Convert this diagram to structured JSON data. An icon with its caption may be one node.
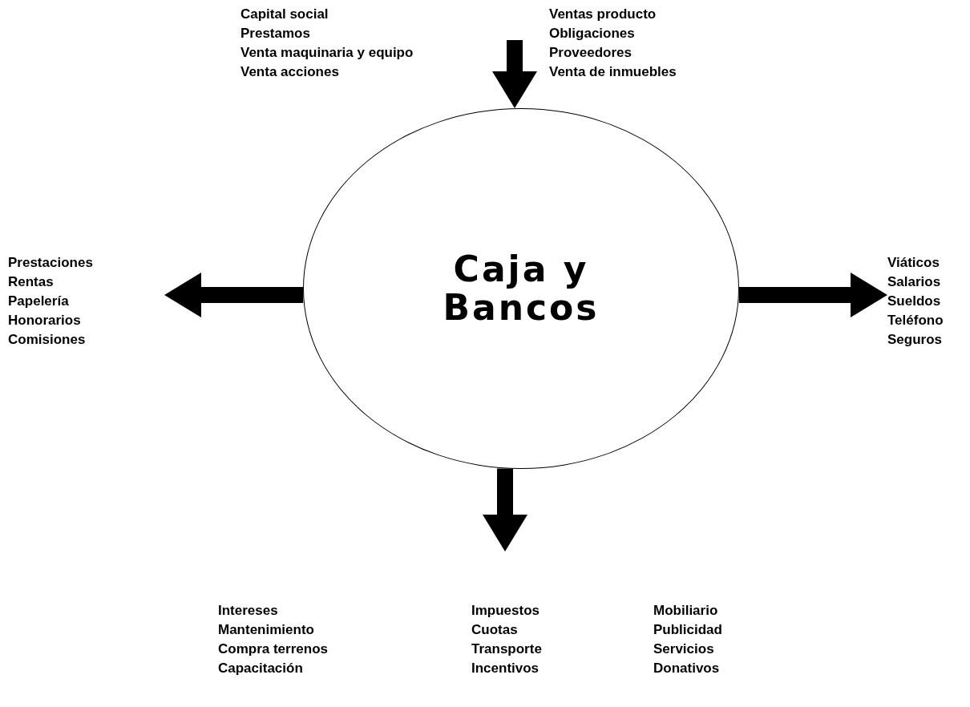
{
  "diagram": {
    "nodes": [
      {
        "text": [
          "Capital social",
          "Prestamos",
          "Venta maquinaria y equipo",
          "Venta acciones"
        ]
      },
      {
        "text": [
          "Ventas producto",
          "Obligaciones",
          "Proveedores",
          "Venta de inmuebles"
        ]
      },
      {
        "text": [
          "Prestaciones",
          "Rentas",
          "Papelería",
          "Honorarios",
          "Comisiones"
        ]
      },
      {
        "text": [
          "Caja y Bancos"
        ]
      },
      {
        "text": [
          "Viáticos",
          "Salarios",
          "Sueldos",
          "Teléfono",
          "Seguros"
        ]
      },
      {
        "text": [
          "Intereses",
          "Mantenimiento",
          "Compra terrenos",
          "Capacitación"
        ]
      },
      {
        "text": [
          "Impuestos",
          "Cuotas",
          "Transporte",
          "Incentivos"
        ]
      },
      {
        "text": [
          "Mobiliario",
          "Publicidad",
          "Servicios",
          "Donativos"
        ]
      }
    ],
    "edges": [
      {
        "from": null,
        "to": 3,
        "arrow": "to"
      },
      {
        "from": 3,
        "to": 2,
        "arrow": "to"
      },
      {
        "from": 3,
        "to": 4,
        "arrow": "to"
      },
      {
        "from": 3,
        "to": 6,
        "arrow": "to"
      }
    ]
  }
}
